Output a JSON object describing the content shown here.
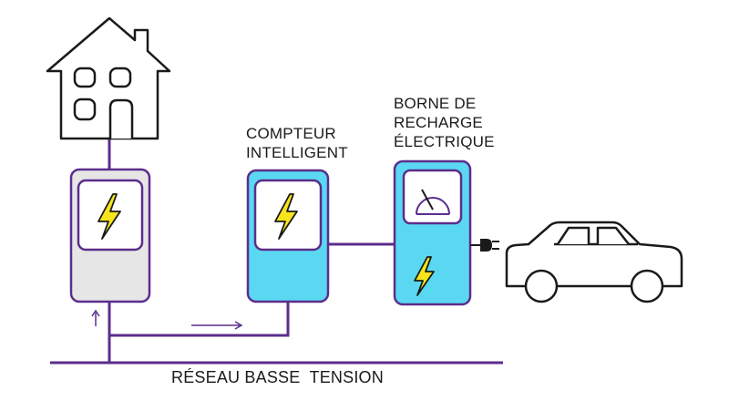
{
  "labels": {
    "smart_meter": [
      "COMPTEUR",
      "INTELLIGENT"
    ],
    "charging_station": [
      "BORNE DE",
      "RECHARGE",
      "ÉLECTRIQUE"
    ],
    "grid": "RÉSEAU BASSE  TENSION"
  },
  "colors": {
    "wire": "#5b2d8c",
    "outline": "#1a1a1a",
    "cyan_fill": "#5ad8f2",
    "grey_fill": "#e6e6e6",
    "bolt": "#f7e41a"
  },
  "icons": [
    "house-icon",
    "lightning-icon",
    "gauge-icon",
    "plug-icon",
    "car-icon",
    "arrow-up-icon",
    "arrow-right-icon"
  ]
}
